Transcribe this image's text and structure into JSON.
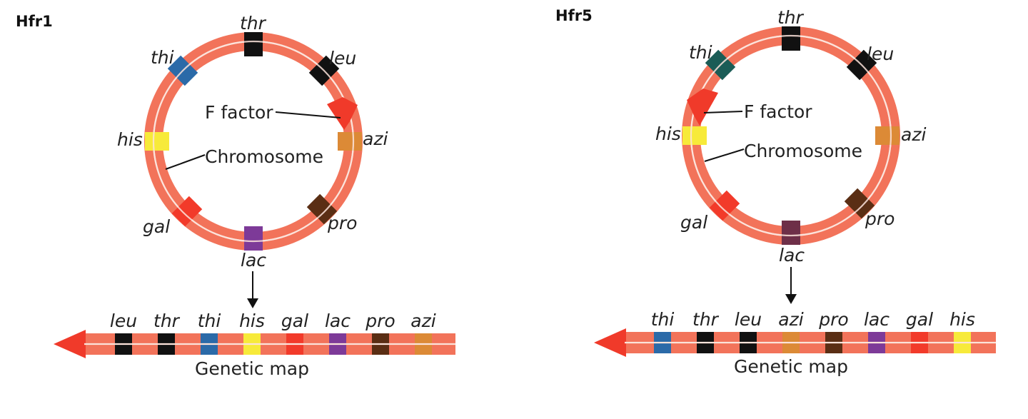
{
  "colors": {
    "band": "#f2735a",
    "inner_line": "#fbe3da",
    "arrow": "#f03a2a",
    "genes": {
      "thr": "#111111",
      "leu": "#111111",
      "thi_hfr1": "#2b6aa8",
      "thi_hfr5": "#1a5c56",
      "thi_map": "#2b6aa8",
      "his": "#f7ea3a",
      "gal": "#f23a2a",
      "lac": "#7d3a98",
      "lac_hfr5": "#6e2f48",
      "pro": "#5a2e14",
      "azi": "#dc8a36"
    }
  },
  "panels": [
    {
      "id": "hfr1",
      "title": "Hfr1",
      "f_factor_label": "F factor",
      "chromosome_label": "Chromosome",
      "ring_genes": [
        "thr",
        "leu",
        "azi",
        "pro",
        "lac",
        "gal",
        "his",
        "thi"
      ],
      "map_label": "Genetic map",
      "map_genes": [
        "leu",
        "thr",
        "thi",
        "his",
        "gal",
        "lac",
        "pro",
        "azi"
      ]
    },
    {
      "id": "hfr5",
      "title": "Hfr5",
      "f_factor_label": "F factor",
      "chromosome_label": "Chromosome",
      "ring_genes": [
        "thr",
        "leu",
        "azi",
        "pro",
        "lac",
        "gal",
        "his",
        "thi"
      ],
      "map_label": "Genetic map",
      "map_genes": [
        "thi",
        "thr",
        "leu",
        "azi",
        "pro",
        "lac",
        "gal",
        "his"
      ]
    }
  ]
}
